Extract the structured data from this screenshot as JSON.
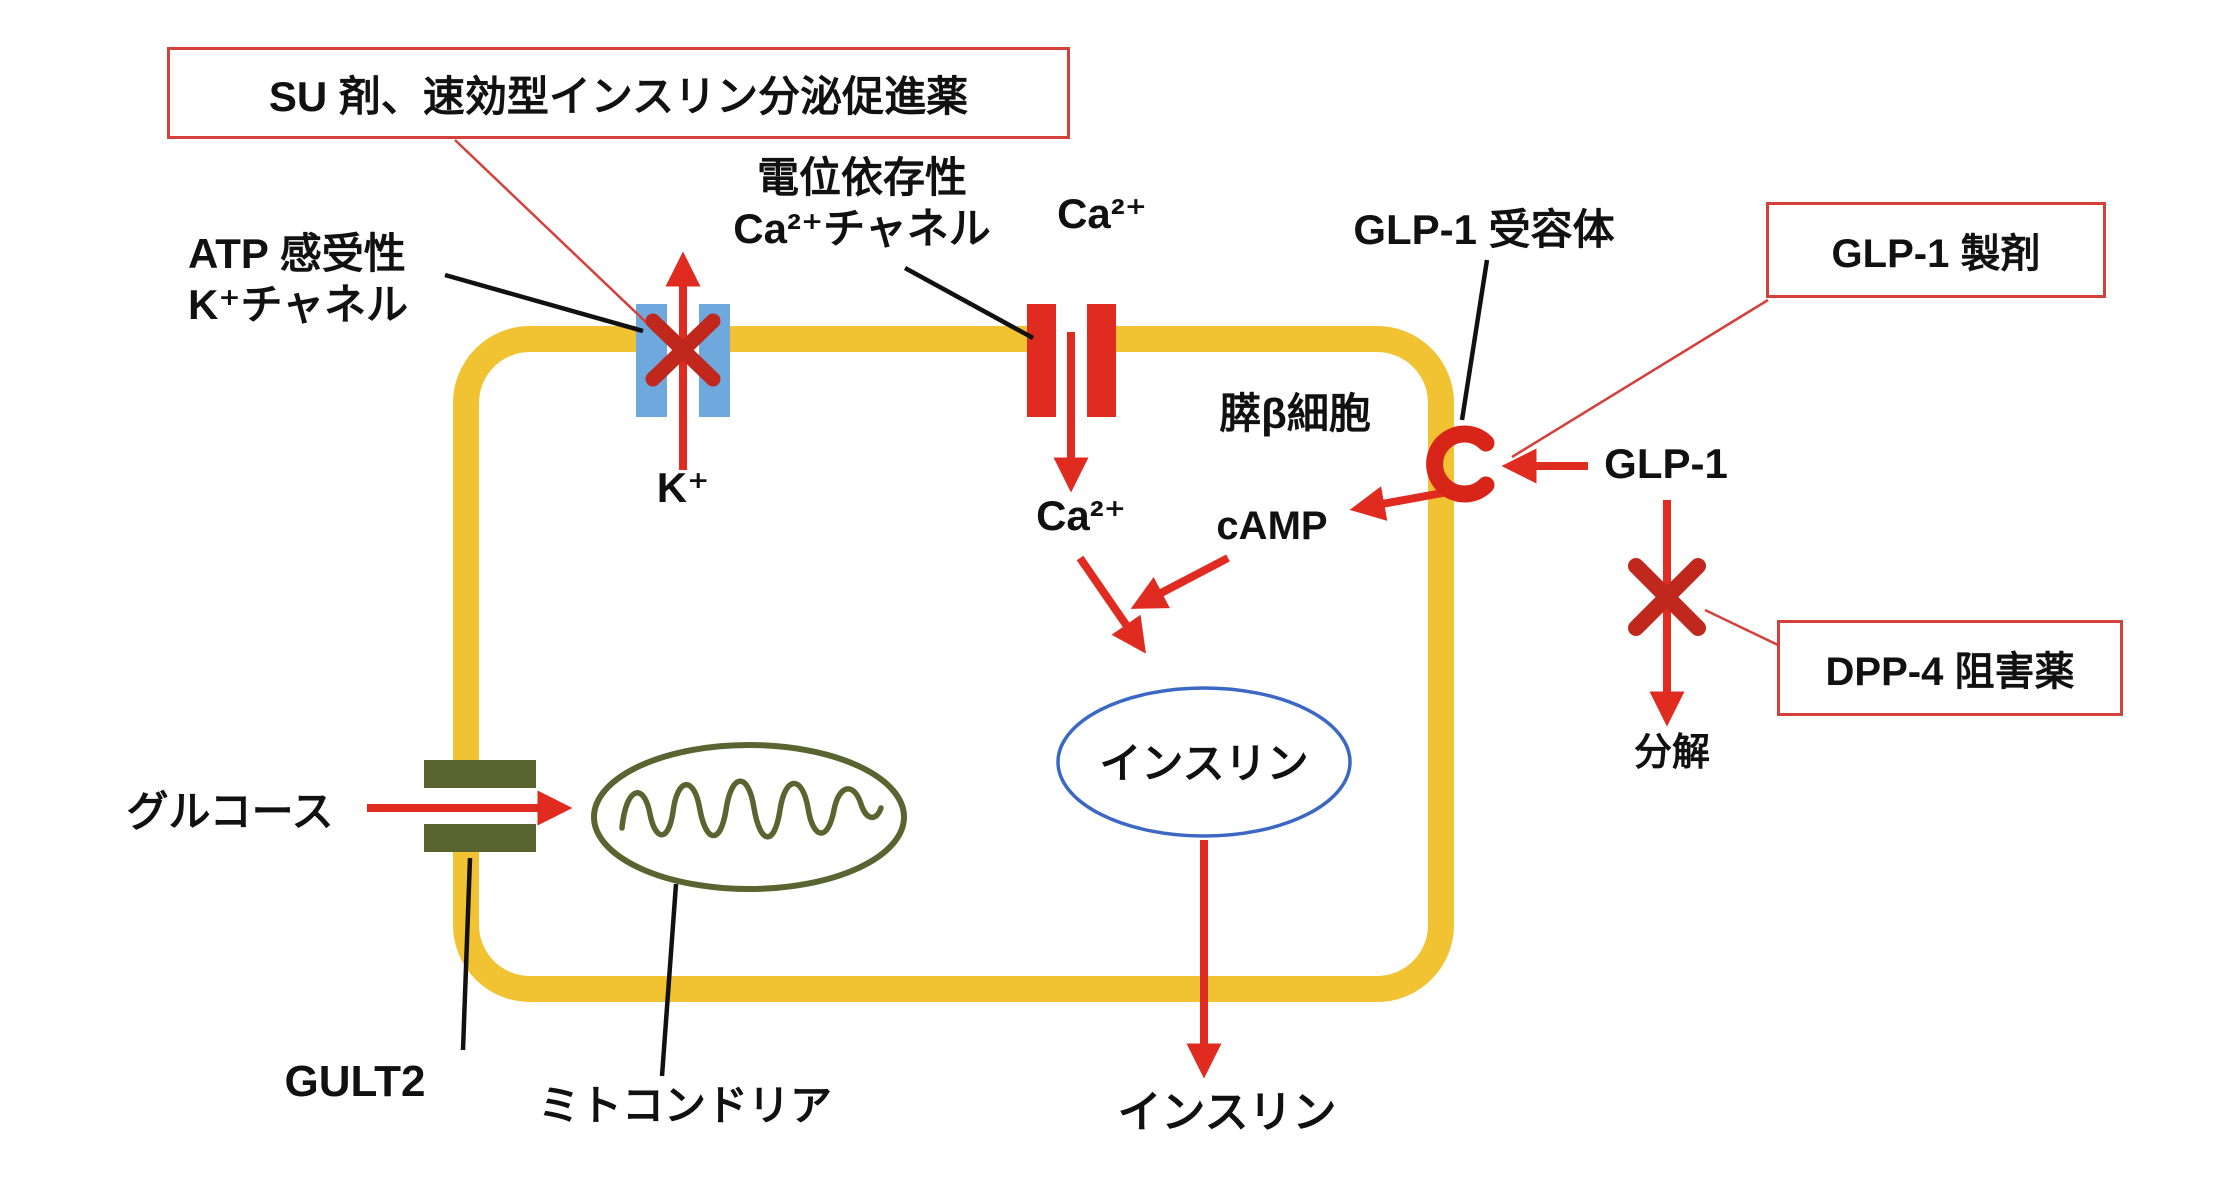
{
  "diagram_title": "pancreatic-beta-cell-insulin-secretion-and-drug-targets",
  "colors": {
    "membrane": "#f1c232",
    "arrow_red": "#e02b20",
    "x_mark_crimson": "#c0281e",
    "k_channel_blue": "#6fa8dc",
    "vesicle_outline_blue": "#3b68c4",
    "glut2_olive": "#5a6430",
    "box_border_red": "#d4403a"
  },
  "boxes": {
    "su": "SU 剤、速効型インスリン分泌促進薬",
    "glp1_agent": "GLP-1 製剤",
    "dpp4": "DPP-4 阻害薬"
  },
  "labels": {
    "atp_k_channel": "ATP 感受性\nK⁺チャネル",
    "voltage_ca_channel": "電位依存性\nCa²⁺チャネル",
    "ca_extracellular": "Ca²⁺",
    "glp1_receptor": "GLP-1 受容体",
    "beta_cell": "膵β細胞",
    "k_ion": "K⁺",
    "ca_intracellular": "Ca²⁺",
    "camp": "cAMP",
    "glp1": "GLP-1",
    "degradation": "分解",
    "insulin_vesicle": "インスリン",
    "insulin_secreted": "インスリン",
    "glucose": "グルコース",
    "glut2": "GULT2",
    "mitochondria": "ミトコンドリア"
  }
}
